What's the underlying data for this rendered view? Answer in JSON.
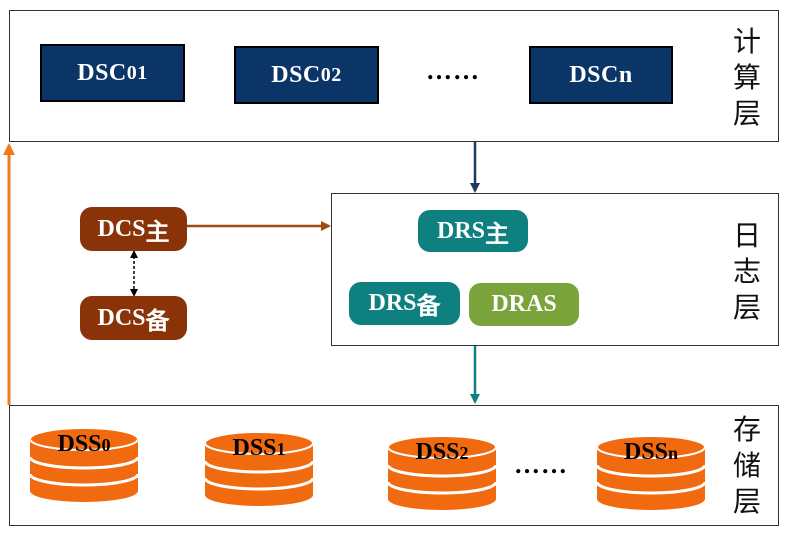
{
  "colors": {
    "compute_node": "#0b3566",
    "dcs": "#8b3308",
    "drs": "#0f8080",
    "dras": "#7aa33b",
    "disk": "#f26a10",
    "feedback_arrow": "#ee7a1e",
    "down_arrow_top": "#1f3864",
    "down_arrow_bottom": "#118080",
    "dcs_arrow": "#a04a15"
  },
  "layers": {
    "compute": {
      "label": "计\n算\n层"
    },
    "log": {
      "label": "日\n志\n层"
    },
    "storage": {
      "label": "存\n储\n层"
    }
  },
  "compute_nodes": [
    {
      "prefix": "DSC",
      "suffix": "01"
    },
    {
      "prefix": "DSC",
      "suffix": "02"
    },
    {
      "prefix": "DSC",
      "suffix": "n"
    }
  ],
  "compute_ellipsis": "……",
  "dcs": {
    "primary": {
      "prefix": "DCS",
      "suffix": "主"
    },
    "backup": {
      "prefix": "DCS",
      "suffix": "备"
    }
  },
  "drs": {
    "primary": {
      "prefix": "DRS",
      "suffix": "主"
    },
    "backup": {
      "prefix": "DRS",
      "suffix": "备"
    }
  },
  "dras": {
    "label": "DRAS"
  },
  "storage_nodes": [
    {
      "prefix": "DSS",
      "suffix": "0"
    },
    {
      "prefix": "DSS",
      "suffix": "1"
    },
    {
      "prefix": "DSS",
      "suffix": "2"
    },
    {
      "prefix": "DSS",
      "suffix": "n"
    }
  ],
  "storage_ellipsis": "……"
}
